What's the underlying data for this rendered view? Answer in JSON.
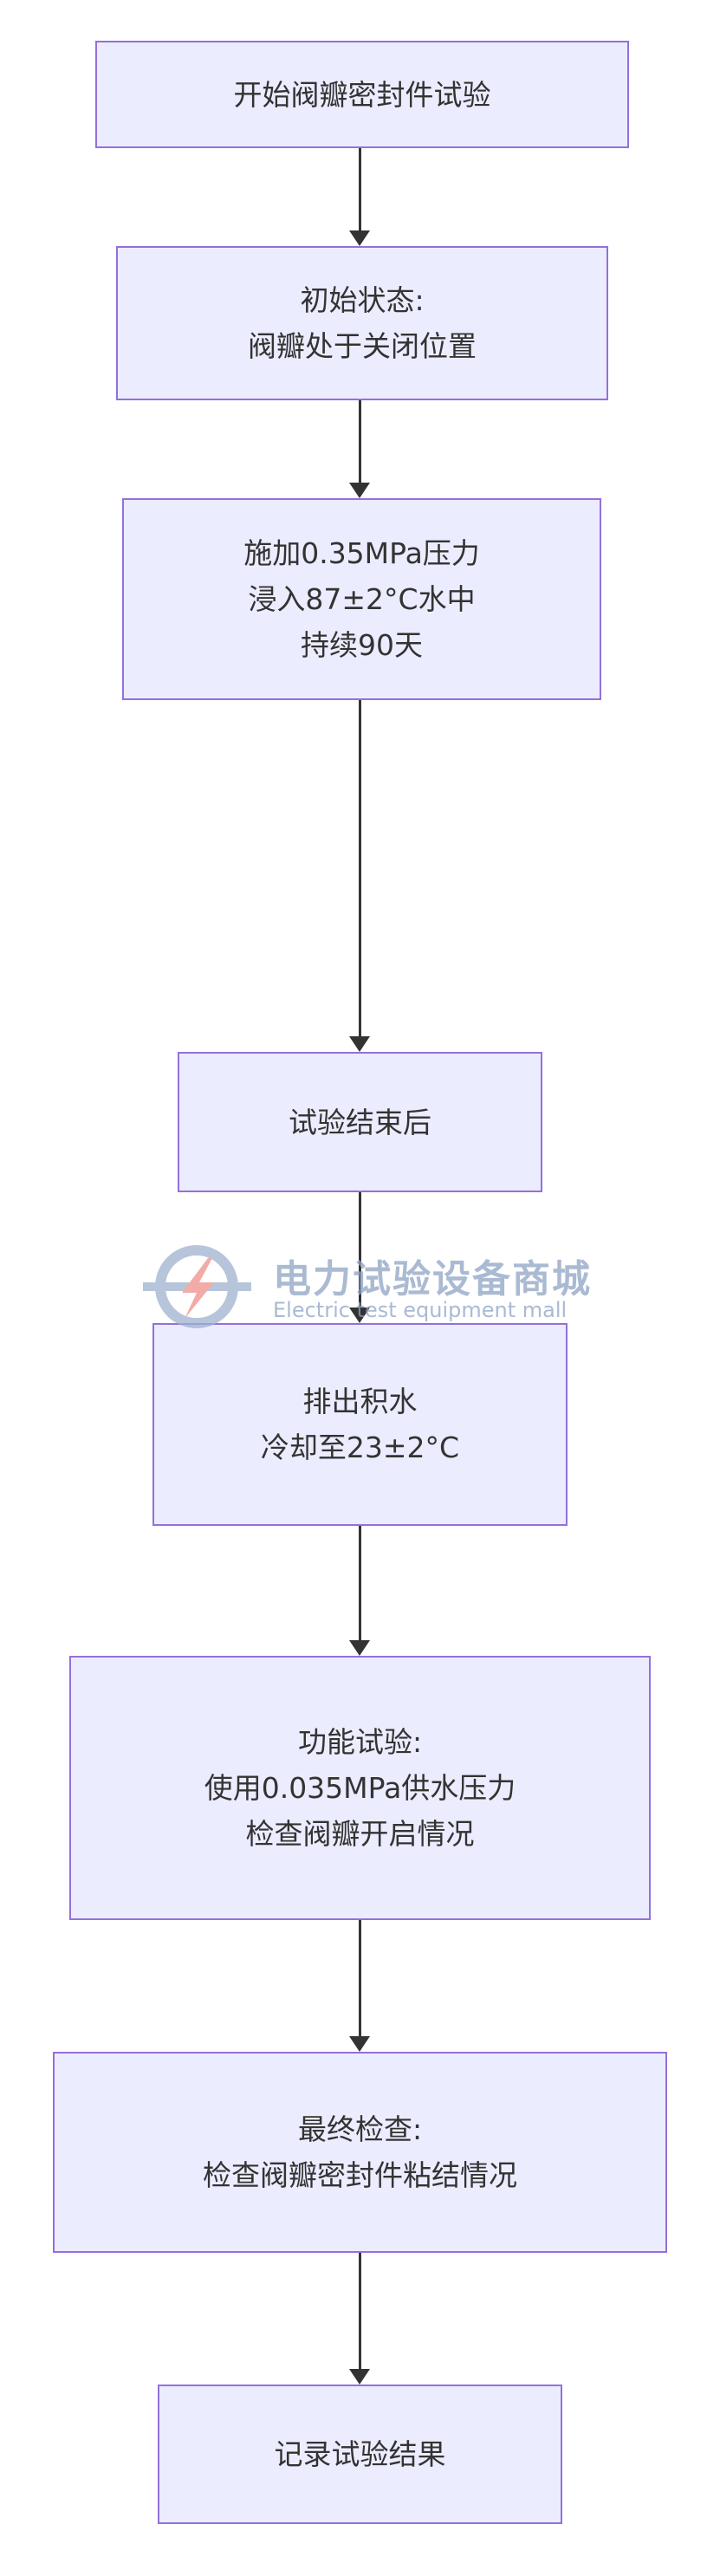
{
  "nodes": [
    {
      "lines": [
        "开始阀瓣密封件试验"
      ]
    },
    {
      "lines": [
        "初始状态:",
        "阀瓣处于关闭位置"
      ]
    },
    {
      "lines": [
        "施加0.35MPa压力",
        "浸入87±2°C水中",
        "持续90天"
      ]
    },
    {
      "lines": [
        "试验结束后"
      ]
    },
    {
      "lines": [
        "排出积水",
        "冷却至23±2°C"
      ]
    },
    {
      "lines": [
        "功能试验:",
        "使用0.035MPa供水压力",
        "检查阀瓣开启情况"
      ]
    },
    {
      "lines": [
        "最终检查:",
        "检查阀瓣密封件粘结情况"
      ]
    },
    {
      "lines": [
        "记录试验结果"
      ]
    }
  ],
  "watermark": {
    "title": "电力试验设备商城",
    "subtitle": "Electric test equipment mall"
  },
  "colors": {
    "node_fill": "#ececff",
    "node_border": "#9370db",
    "edge": "#333333"
  }
}
